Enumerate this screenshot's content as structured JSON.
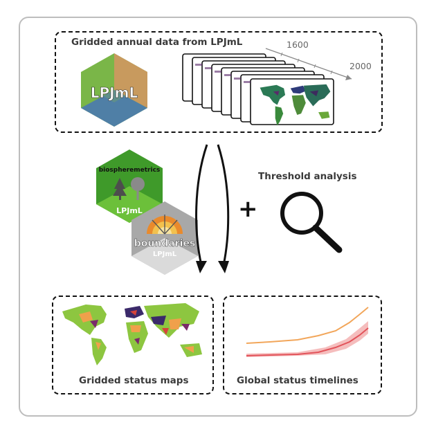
{
  "top_panel": {
    "title": "Gridded annual data from LPJmL",
    "year_start": "1600",
    "year_end": "2000"
  },
  "logos": {
    "lpjml": "LPJmL",
    "biosphere_top": "biospheremetrics",
    "biosphere_bottom": "LPJmL",
    "boundaries_top": "boundaries",
    "boundaries_bottom": "LPJmL"
  },
  "middle": {
    "plus": "+",
    "threshold_label": "Threshold analysis"
  },
  "bottom_left": {
    "caption": "Gridded status maps"
  },
  "bottom_right": {
    "caption": "Global status timelines"
  },
  "colors": {
    "orange_line": "#f2a65a",
    "red_line": "#e2535a",
    "red_band": "#f4b6b6",
    "lpjml_green": "#7ab648",
    "lpjml_tan": "#c89a5e",
    "lpjml_blue": "#4f7fa6",
    "biosphere_green": "#3f9a2a",
    "boundaries_gray": "#a8a8a8"
  }
}
